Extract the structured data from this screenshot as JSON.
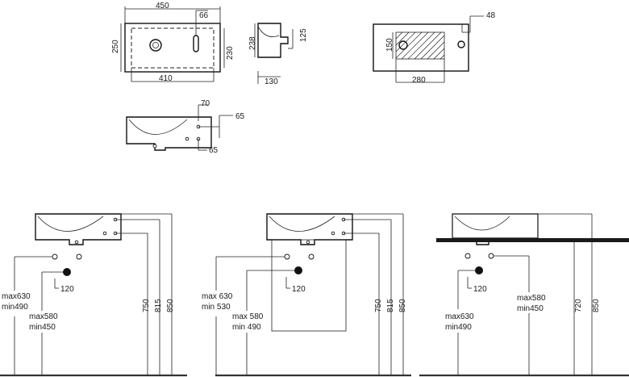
{
  "top_views": {
    "plan_top": {
      "width_overall": "450",
      "tap_offset": "66",
      "depth_overall": "250",
      "depth_inner": "230",
      "width_inner": "410"
    },
    "side_view": {
      "height": "238",
      "spout": "125",
      "width": "130"
    },
    "plan_cutout": {
      "offset": "48",
      "cutout_depth": "150",
      "cutout_width": "280"
    },
    "front_holes": {
      "top_offset": "70",
      "right_upper": "65",
      "right_lower": "65"
    }
  },
  "installations": {
    "wall_hung": {
      "tap_height": "max630\nmin490",
      "tap_max": "max630",
      "tap_min": "min490",
      "waste_max": "max580",
      "waste_min": "min450",
      "spacing": "120",
      "h1": "750",
      "h2": "815",
      "h3": "850"
    },
    "pedestal": {
      "tap_max": "max 630",
      "tap_min": "min 530",
      "waste_max": "max 580",
      "waste_min": "min 490",
      "spacing": "120",
      "h1": "750",
      "h2": "815",
      "h3": "850"
    },
    "countertop": {
      "tap_max": "max630",
      "tap_min": "min490",
      "waste_max": "max580",
      "waste_min": "min450",
      "spacing": "120",
      "h1": "720",
      "h2": "850"
    }
  }
}
